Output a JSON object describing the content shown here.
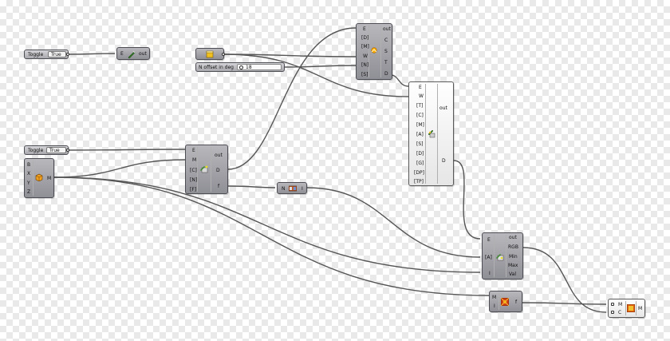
{
  "canvas_background": "#ffffff",
  "wire_color": "#555555",
  "component_color": "#9a9aa0",
  "toggle1": {
    "name": "Toggle",
    "value": "True"
  },
  "toggle2": {
    "name": "Toggle",
    "value": "True"
  },
  "comp_eout": {
    "inputs": [
      "E"
    ],
    "outputs": [
      "out"
    ],
    "icon": "pencil-icon"
  },
  "number_param": {
    "icon": "number-param-icon"
  },
  "slider": {
    "name": "N offset in deg",
    "value": "18"
  },
  "comp_sun": {
    "inputs": [
      "E",
      "[D]",
      "[M]",
      "W",
      "[N]",
      "[S]"
    ],
    "outputs": [
      "out",
      "C",
      "S",
      "T",
      "D"
    ],
    "icon": "sun-icon"
  },
  "comp_big": {
    "inputs": [
      "E",
      "W",
      "[T]",
      "[C]",
      "[M]",
      "[A]",
      "[S]",
      "[D]",
      "[G]",
      "[DP]",
      "[TP]"
    ],
    "outputs": [
      "out",
      "D"
    ],
    "icon": "analysis-icon"
  },
  "comp_mid": {
    "inputs": [
      "E",
      "M",
      "[C]",
      "[N]",
      "[F]"
    ],
    "outputs": [
      "out",
      "D",
      "f"
    ],
    "icon": "geometry-icon"
  },
  "comp_bxyz": {
    "inputs": [
      "B",
      "X",
      "Y",
      "Z"
    ],
    "outputs": [
      "M"
    ],
    "icon": "box-icon"
  },
  "comp_n": {
    "inputs": [
      "N"
    ],
    "outputs": [
      "I"
    ],
    "icon": "cull-icon"
  },
  "comp_recolor": {
    "inputs": [
      "E",
      "[A]",
      "I"
    ],
    "outputs": [
      "out",
      "RGB",
      "Min",
      "Max",
      "Val"
    ],
    "icon": "recolor-icon"
  },
  "comp_mif": {
    "inputs": [
      "M",
      "I"
    ],
    "outputs": [
      "f"
    ],
    "icon": "mesh-face-icon"
  },
  "comp_mcm": {
    "inputs": [
      "M",
      "C"
    ],
    "outputs": [
      "M"
    ],
    "icon": "mesh-color-icon"
  }
}
